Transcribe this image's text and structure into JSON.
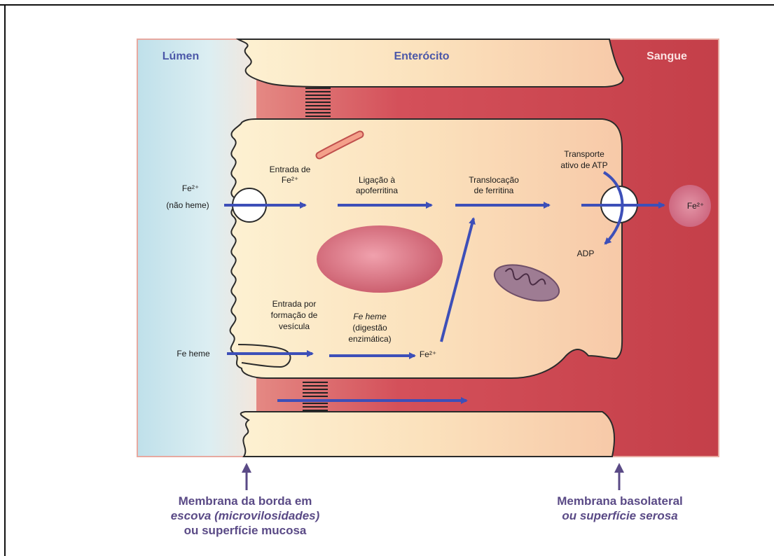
{
  "headers": {
    "lumen": "Lúmen",
    "enterocyte": "Enterócito",
    "blood": "Sangue"
  },
  "labels": {
    "fe2_nonheme_ion": "Fe²⁺",
    "fe2_nonheme_sub": "(não heme)",
    "entry_fe2_line1": "Entrada de",
    "entry_fe2_line2": "Fe²⁺",
    "apoferritin_line1": "Ligação à",
    "apoferritin_line2": "apoferritina",
    "ferritin_line1": "Translocação",
    "ferritin_line2": "de ferritina",
    "transport_line1": "Transporte",
    "transport_line2": "ativo de ATP",
    "adp": "ADP",
    "fe2_blood": "Fe²⁺",
    "fe_heme": "Fe heme",
    "vesicle_line1": "Entrada por",
    "vesicle_line2": "formação de",
    "vesicle_line3": "vesícula",
    "heme_digest_line1": "Fe heme",
    "heme_digest_line2": "(digestão",
    "heme_digest_line3": "enzimática)",
    "fe2_released": "Fe²⁺"
  },
  "captions": {
    "brush_line1": "Membrana da borda em",
    "brush_line2": "escova (microvilosidades)",
    "brush_line3": "ou superfície mucosa",
    "baso_line1": "Membrana basolateral",
    "baso_line2": "ou superfície serosa"
  },
  "colors": {
    "lumen": "#cfe6ee",
    "cytoplasm": "#fbe8c4",
    "blood": "#c9474f",
    "arrow": "#3d4fb8",
    "header_text": "#4b57a8",
    "caption_text": "#5a4a86",
    "nucleus": "#d46a78"
  }
}
